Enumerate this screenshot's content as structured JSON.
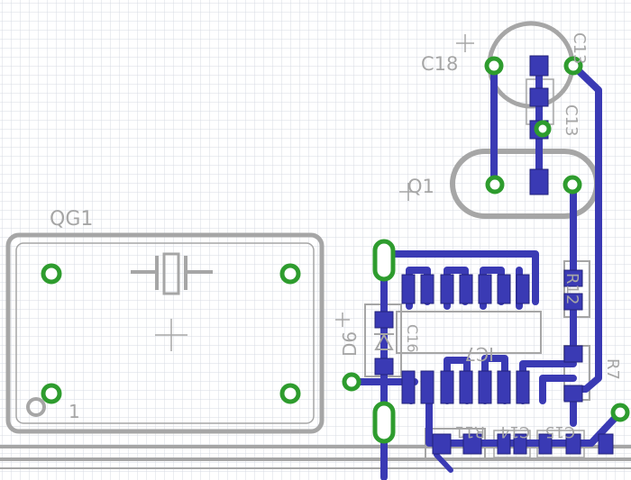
{
  "colors": {
    "background": "#ffffff",
    "grid": "#d7dbe3",
    "silkscreen": "#a6a6a6",
    "copper": "#3a3ab4",
    "pad": "#2e9c2e",
    "pad_hole": "#ffffff"
  },
  "labels": {
    "c18": "C18",
    "c13_top": "C13",
    "c13_mid": "C13",
    "q1": "Q1",
    "qg1": "QG1",
    "pin1": "1",
    "r12": "R12",
    "d6": "D6",
    "c16": "C16",
    "ic7": "IC7",
    "r7": "R7",
    "r11": "R11",
    "c14": "C14",
    "c15": "C15"
  }
}
